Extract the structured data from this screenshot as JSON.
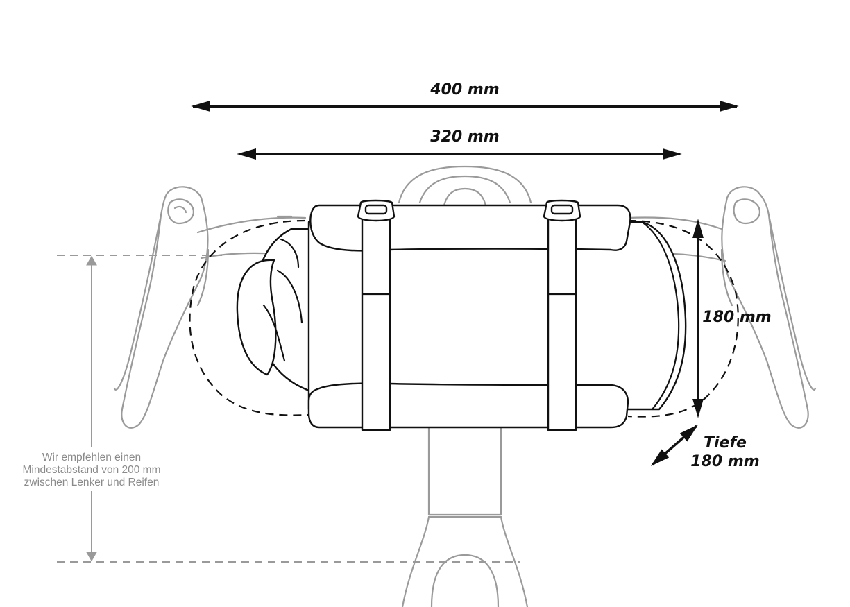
{
  "dimensions": {
    "overall_width": "400 mm",
    "bag_width": "320 mm",
    "height": "180 mm",
    "depth_label": "Tiefe",
    "depth_value": "180 mm"
  },
  "clearance_note": {
    "line1": "Wir empfehlen einen",
    "line2": "Mindestabstand von 200 mm",
    "line3": "zwischen Lenker und Reifen"
  },
  "colors": {
    "outline": "#111111",
    "bike": "#9a9a9a",
    "note": "#8a8a8a"
  }
}
